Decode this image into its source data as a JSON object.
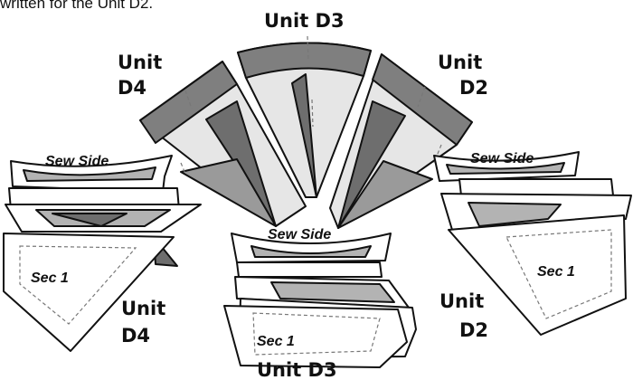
{
  "caption": "written for the Unit D2.",
  "units": {
    "top_center": "Unit D3",
    "top_left": [
      "Unit",
      "D4"
    ],
    "top_right": [
      "Unit",
      "D2"
    ],
    "bottom_left": [
      "Unit",
      "D4"
    ],
    "bottom_right": [
      "Unit",
      "D2"
    ],
    "bottom_center": "Unit D3"
  },
  "sew_side": {
    "left": "Sew Side",
    "center": "Sew Side",
    "right": "Sew Side"
  },
  "section": {
    "left": "Sec 1",
    "center": "Sec 1",
    "right": "Sec 1"
  },
  "colors": {
    "outline": "#111111",
    "light_fill": "#e6e6e6",
    "mid_fill": "#b3b3b3",
    "dark_fill": "#6e6e6e",
    "band_fill": "#7f7f7f"
  }
}
